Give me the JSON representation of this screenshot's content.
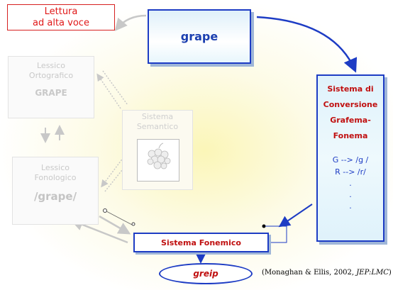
{
  "lettura": {
    "line1": "Lettura",
    "line2": "ad alta voce"
  },
  "input_word": "grape",
  "lessico_ortografico": {
    "line1": "Lessico",
    "line2": "Ortografico",
    "word": "GRAPE"
  },
  "sistema_semantico": {
    "line1": "Sistema",
    "line2": "Semantico",
    "image": "grapes-picture"
  },
  "lessico_fonologico": {
    "line1": "Lessico",
    "line2": "Fonologico",
    "word": "/grape/"
  },
  "conversione": {
    "title": [
      "Sistema di",
      "Conversione",
      "Grafema-",
      "Fonema"
    ],
    "rules": [
      "G --> /g /",
      "R --> /r/"
    ],
    "dots": [
      ".",
      ".",
      "."
    ]
  },
  "fonemico": "Sistema Fonemico",
  "output_word": "greip",
  "citation": {
    "pre": "(Monaghan & Ellis, 2002, ",
    "journal": "JEP:LMC",
    "post": ")"
  },
  "colors": {
    "blue": "#1d3cc4",
    "red": "#c01010",
    "faded": "#c9c9c9"
  }
}
